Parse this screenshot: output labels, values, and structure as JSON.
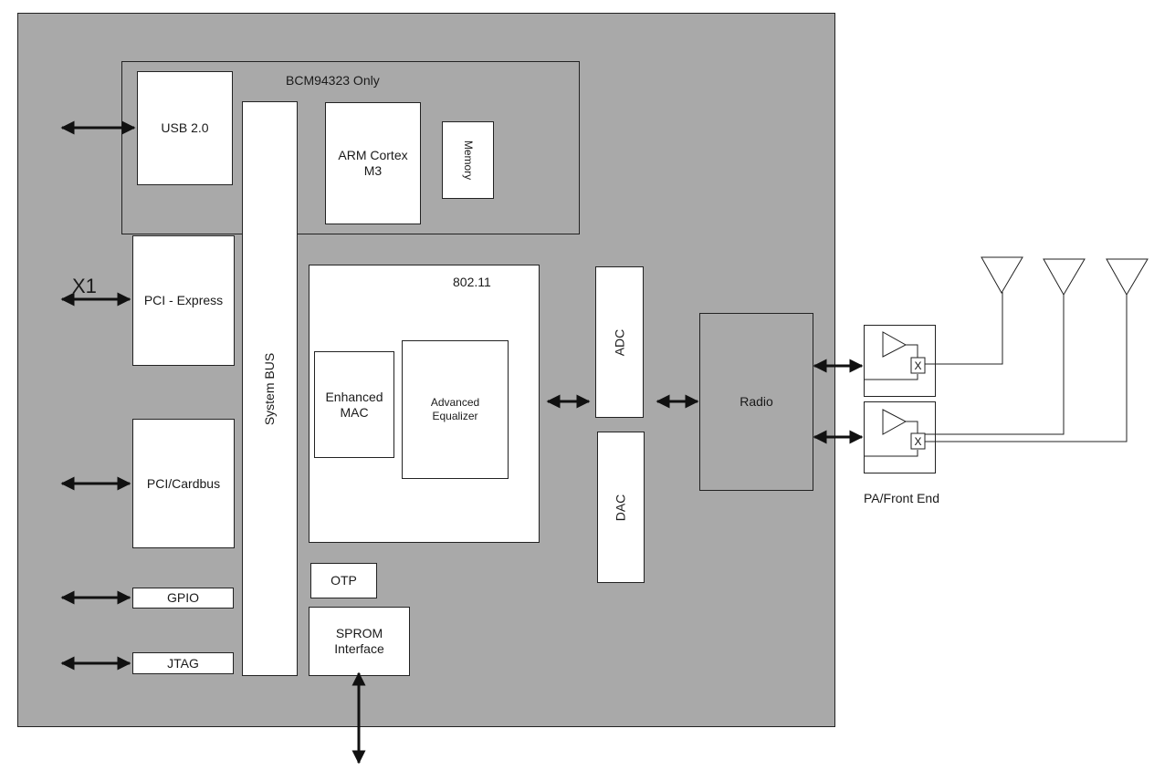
{
  "title": "",
  "blocks": {
    "bcm_only": "BCM94323 Only",
    "usb": "USB 2.0",
    "arm": "ARM Cortex\nM3",
    "memory": "Memory",
    "system_bus": "System BUS",
    "pci_express": "PCI - Express",
    "x1": "X1",
    "pci_cardbus": "PCI/Cardbus",
    "gpio": "GPIO",
    "jtag": "JTAG",
    "wlan": "802.11",
    "enhanced_mac": "Enhanced\nMAC",
    "advanced_equalizer": "Advanced\nEqualizer",
    "otp": "OTP",
    "sprom": "SPROM\nInterface",
    "adc": "ADC",
    "dac": "DAC",
    "radio": "Radio",
    "pa_front_end": "PA/Front End",
    "switch_mark": "X"
  }
}
